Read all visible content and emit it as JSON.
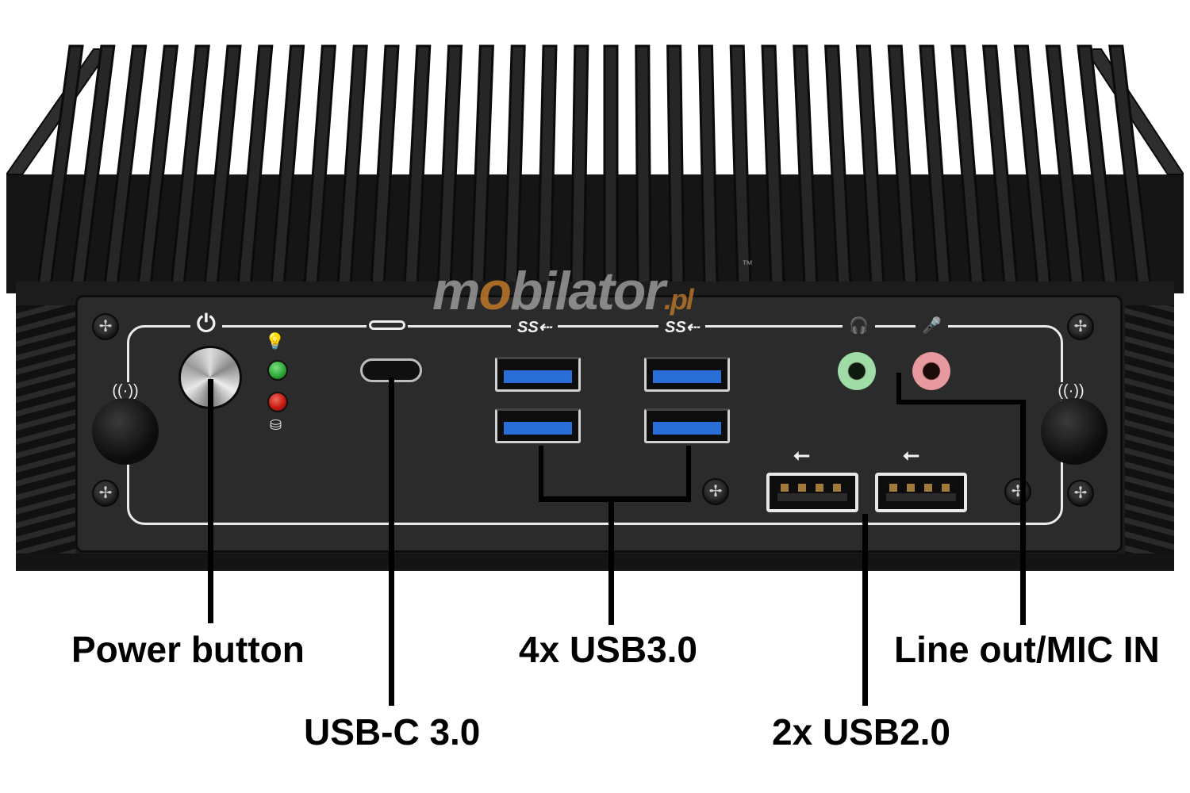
{
  "watermark": {
    "brand_left": "m",
    "brand_o": "o",
    "brand_right": "bilator",
    "suffix": ".pl",
    "tm": "™"
  },
  "panel_icons": {
    "power": "⏻",
    "led_light": "💡",
    "led_disk": "⛁",
    "usbc": "usb-c-symbol",
    "ss_usb_1": "SS⇠",
    "ss_usb_2": "SS⇠",
    "headphones": "🎧",
    "microphone": "🎤",
    "usb_1": "⭠",
    "usb_2": "⭠",
    "wifi_left": "((·))",
    "wifi_right": "((·))",
    "screw": "✢"
  },
  "colors": {
    "led_green": "#2fa83a",
    "led_red": "#c81a12",
    "usb3_blue": "#2a6fd8",
    "jack_green": "#9fdca6",
    "jack_pink": "#e7999f",
    "chassis": "#1c1c1c"
  },
  "callouts": {
    "power_button": "Power button",
    "usbc": "USB-C 3.0",
    "usb3": "4x USB3.0",
    "usb2": "2x USB2.0",
    "audio": "Line out/MIC IN"
  }
}
